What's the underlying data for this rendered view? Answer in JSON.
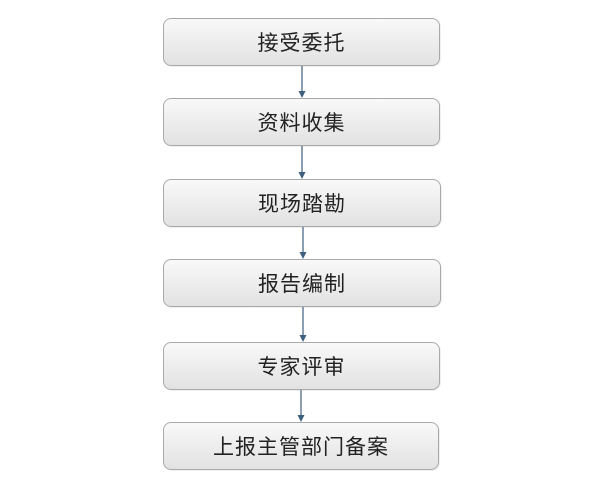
{
  "flow": {
    "steps": [
      {
        "label": "接受委托"
      },
      {
        "label": "资料收集"
      },
      {
        "label": "现场踏勘"
      },
      {
        "label": "报告编制"
      },
      {
        "label": "专家评审"
      },
      {
        "label": "上报主管部门备案"
      }
    ],
    "connector_color": "#3f5f7f",
    "box_border_color": "#a9a9a9"
  }
}
